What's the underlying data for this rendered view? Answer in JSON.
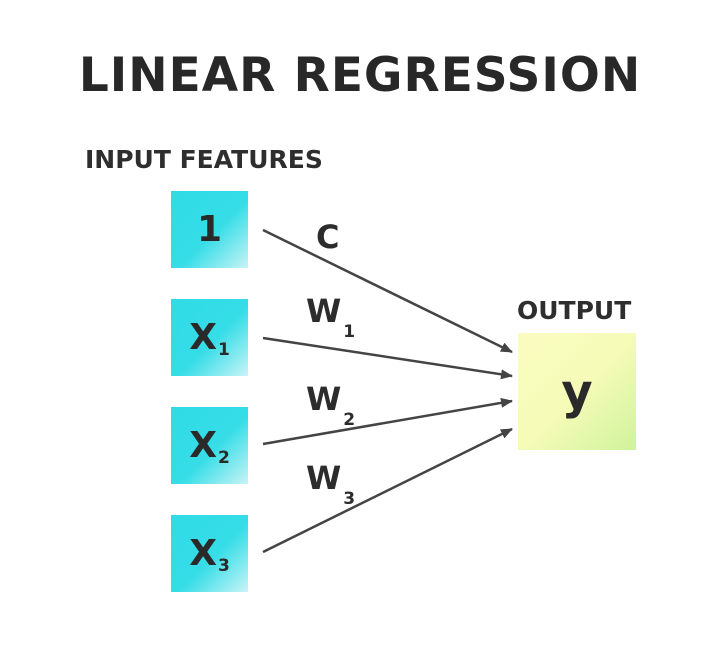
{
  "title": "LINEAR REGRESSION",
  "input_heading": "INPUT FEATURES",
  "output_heading": "OUTPUT",
  "inputs": [
    {
      "label": "1",
      "sub": ""
    },
    {
      "label": "X",
      "sub": "1"
    },
    {
      "label": "X",
      "sub": "2"
    },
    {
      "label": "X",
      "sub": "3"
    }
  ],
  "weights": [
    {
      "label": "C",
      "sub": ""
    },
    {
      "label": "W",
      "sub": "1"
    },
    {
      "label": "W",
      "sub": "2"
    },
    {
      "label": "W",
      "sub": "3"
    }
  ],
  "output": {
    "label": "y"
  },
  "colors": {
    "input_fill": "#2fdbe6",
    "output_fill": "#f6fbb8",
    "arrow": "#444444",
    "text": "#2b2b2b"
  }
}
